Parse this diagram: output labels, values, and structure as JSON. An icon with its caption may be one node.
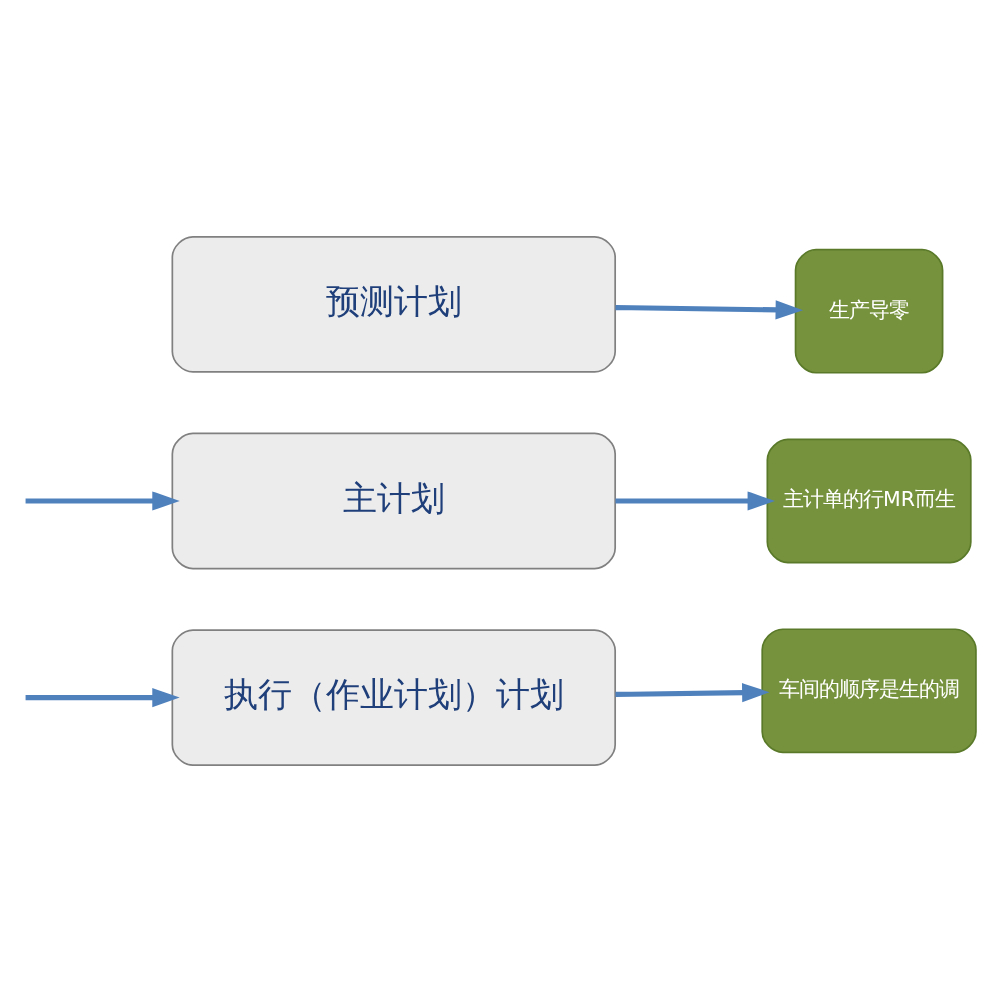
{
  "diagram": {
    "nodes": [
      {
        "text": [
          "预测计划"
        ]
      },
      {
        "text": [
          "主计划"
        ]
      },
      {
        "text": [
          "执行（作业计划）计划"
        ]
      },
      {
        "text": [
          "生产导零"
        ]
      },
      {
        "text": [
          "主计单的行MR而生"
        ]
      },
      {
        "text": [
          "车间的顺序是生的调"
        ]
      }
    ],
    "edges": [
      {
        "from": null,
        "to": 1,
        "arrow": "to"
      },
      {
        "from": null,
        "to": 2,
        "arrow": "to"
      },
      {
        "from": 0,
        "to": 3,
        "arrow": "to"
      },
      {
        "from": 1,
        "to": 4,
        "arrow": "to"
      },
      {
        "from": 2,
        "to": 5,
        "arrow": "to"
      }
    ]
  }
}
